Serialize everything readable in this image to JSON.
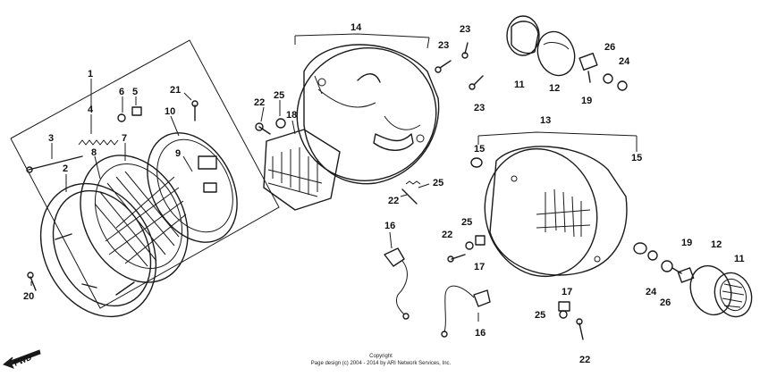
{
  "callouts": {
    "n1": "1",
    "n2": "2",
    "n3": "3",
    "n4": "4",
    "n5": "5",
    "n6": "6",
    "n7": "7",
    "n8": "8",
    "n9": "9",
    "n10": "10",
    "n11a": "11",
    "n11b": "11",
    "n12a": "12",
    "n12b": "12",
    "n13": "13",
    "n14": "14",
    "n15a": "15",
    "n15b": "15",
    "n16a": "16",
    "n16b": "16",
    "n17a": "17",
    "n17b": "17",
    "n18": "18",
    "n19a": "19",
    "n19b": "19",
    "n20": "20",
    "n21": "21",
    "n22a": "22",
    "n22b": "22",
    "n22c": "22",
    "n22d": "22",
    "n23a": "23",
    "n23b": "23",
    "n23c": "23",
    "n24a": "24",
    "n24b": "24",
    "n25a": "25",
    "n25b": "25",
    "n25c": "25",
    "n25d": "25",
    "n26a": "26",
    "n26b": "26"
  },
  "direction_label": "FWD",
  "copyright": {
    "line1": "Copyright",
    "line2": "Page design (c) 2004 - 2014 by ARI Network Services, Inc."
  }
}
